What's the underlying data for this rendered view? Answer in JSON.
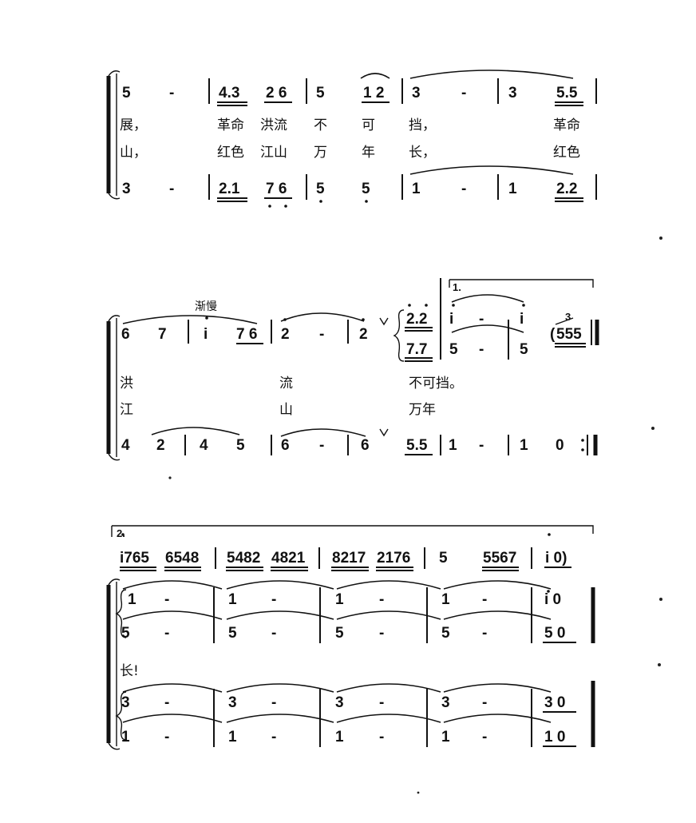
{
  "sys1": {
    "upper": [
      "5",
      "-",
      "4.3",
      "2 6",
      "5",
      "1 2",
      "3",
      "-",
      "3",
      "5.5"
    ],
    "lyric1": [
      "展，",
      "革命",
      "洪流",
      "不",
      "可",
      "挡，",
      "革命"
    ],
    "lyric2": [
      "山，",
      "红色",
      "江山",
      "万",
      "年",
      "长，",
      "红色"
    ],
    "lower": [
      "3",
      "-",
      "2.1",
      "7 6",
      "5",
      "5",
      "1",
      "-",
      "1",
      "2.2"
    ]
  },
  "sys2": {
    "tempo": "渐慢",
    "upper": [
      "6",
      "7",
      "i",
      "7 6",
      "2",
      "-",
      "2",
      "2.2",
      "7.7",
      "i",
      "-",
      "i",
      "5",
      "-",
      "5",
      "555"
    ],
    "volta": "1.",
    "grace": "3",
    "lyric1": [
      "洪",
      "流",
      "不可挡。"
    ],
    "lyric2": [
      "江",
      "山",
      "万年"
    ],
    "lower": [
      "4",
      "2",
      "4",
      "5",
      "6",
      "-",
      "6",
      "5.5",
      "1",
      "-",
      "1",
      "0"
    ]
  },
  "sys3": {
    "volta": "2.",
    "interlude": [
      "i765",
      "6548",
      "5482",
      "4821",
      "8217",
      "2176",
      "5",
      "5567",
      "i 0)"
    ],
    "s1": [
      "1",
      "-",
      "1",
      "-",
      "1",
      "-",
      "1",
      "-",
      "i 0"
    ],
    "s2": [
      "5",
      "-",
      "5",
      "-",
      "5",
      "-",
      "5",
      "-",
      "5 0"
    ],
    "lyric": "长!",
    "s3": [
      "3",
      "-",
      "3",
      "-",
      "3",
      "-",
      "3",
      "-",
      "3 0"
    ],
    "s4": [
      "1",
      "-",
      "1",
      "-",
      "1",
      "-",
      "1",
      "-",
      "1 0"
    ]
  }
}
